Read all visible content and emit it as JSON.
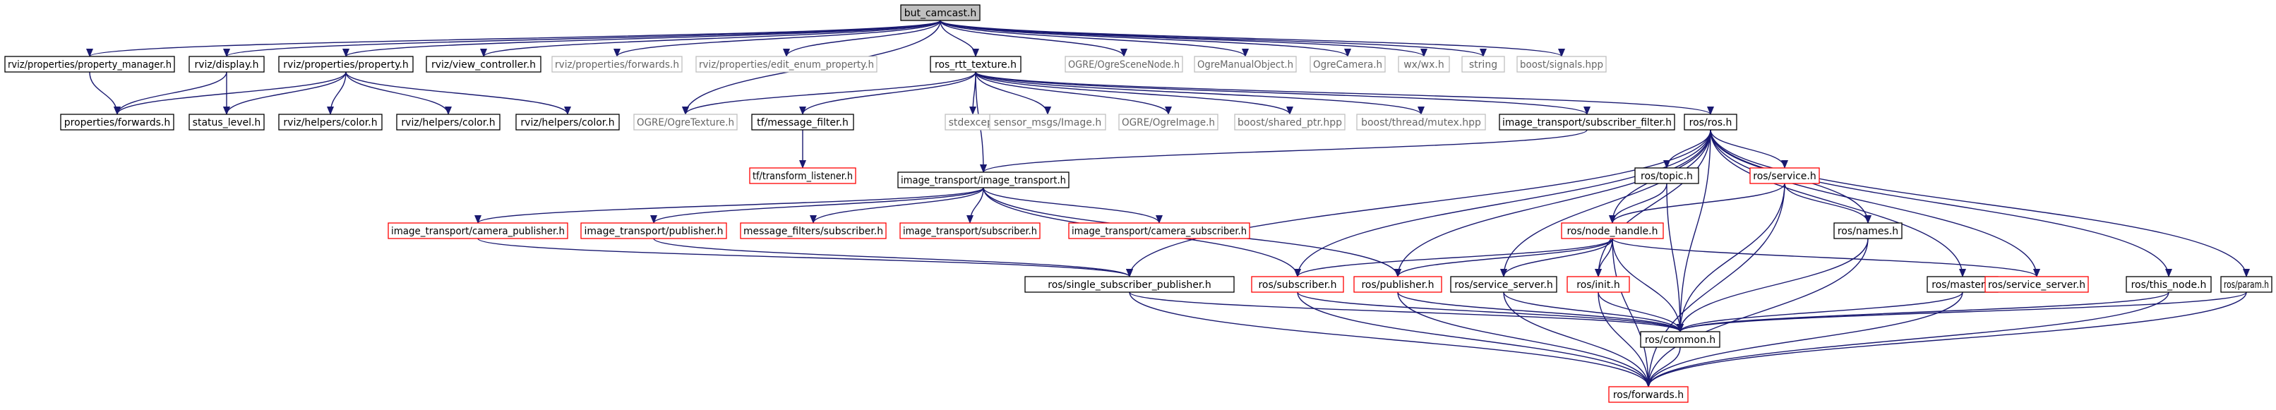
{
  "graph": {
    "root": "but_camcast.h",
    "colors": {
      "edge": "#191970",
      "text": "#000000",
      "text_muted": "#666666",
      "border_default": "#000000",
      "border_partial": "#ff0000",
      "border_external": "#bfbfbf",
      "root_fill": "#bfbfbf",
      "node_fill": "#ffffff"
    },
    "nodes": [
      {
        "id": "root",
        "label": "but_camcast.h",
        "style": "root"
      },
      {
        "id": "prop_mgr",
        "label": "rviz/properties/property_manager.h",
        "style": "default"
      },
      {
        "id": "display",
        "label": "rviz/display.h",
        "style": "default"
      },
      {
        "id": "property",
        "label": "rviz/properties/property.h",
        "style": "default"
      },
      {
        "id": "view_ctrl",
        "label": "rviz/view_controller.h",
        "style": "default"
      },
      {
        "id": "rviz_fwd",
        "label": "rviz/properties/forwards.h",
        "style": "external"
      },
      {
        "id": "edit_enum",
        "label": "rviz/properties/edit_enum_property.h",
        "style": "external"
      },
      {
        "id": "rtt",
        "label": "ros_rtt_texture.h",
        "style": "default"
      },
      {
        "id": "scenenode",
        "label": "OGRE/OgreSceneNode.h",
        "style": "external"
      },
      {
        "id": "manual",
        "label": "OgreManualObject.h",
        "style": "external"
      },
      {
        "id": "camera",
        "label": "OgreCamera.h",
        "style": "external"
      },
      {
        "id": "wx",
        "label": "wx/wx.h",
        "style": "external"
      },
      {
        "id": "string",
        "label": "string",
        "style": "external"
      },
      {
        "id": "signals",
        "label": "boost/signals.hpp",
        "style": "external"
      },
      {
        "id": "props_fwd",
        "label": "properties/forwards.h",
        "style": "default"
      },
      {
        "id": "status",
        "label": "status_level.h",
        "style": "default"
      },
      {
        "id": "color1",
        "label": "rviz/helpers/color.h",
        "style": "default"
      },
      {
        "id": "color2",
        "label": "rviz/helpers/color.h",
        "style": "default"
      },
      {
        "id": "color3",
        "label": "rviz/helpers/color.h",
        "style": "default"
      },
      {
        "id": "ogretex",
        "label": "OGRE/OgreTexture.h",
        "style": "external"
      },
      {
        "id": "msgfilter",
        "label": "tf/message_filter.h",
        "style": "default"
      },
      {
        "id": "stdexcept",
        "label": "stdexcept",
        "style": "external"
      },
      {
        "id": "sensor",
        "label": "sensor_msgs/Image.h",
        "style": "external"
      },
      {
        "id": "ogreimg",
        "label": "OGRE/OgreImage.h",
        "style": "external"
      },
      {
        "id": "sharedptr",
        "label": "boost/shared_ptr.hpp",
        "style": "external"
      },
      {
        "id": "mutex",
        "label": "boost/thread/mutex.hpp",
        "style": "external"
      },
      {
        "id": "subfilter",
        "label": "image_transport/subscriber_filter.h",
        "style": "default"
      },
      {
        "id": "ros",
        "label": "ros/ros.h",
        "style": "default"
      },
      {
        "id": "tflistener",
        "label": "tf/transform_listener.h",
        "style": "partial"
      },
      {
        "id": "it",
        "label": "image_transport/image_transport.h",
        "style": "default"
      },
      {
        "id": "topic",
        "label": "ros/topic.h",
        "style": "default"
      },
      {
        "id": "service",
        "label": "ros/service.h",
        "style": "partial"
      },
      {
        "id": "campub",
        "label": "image_transport/camera_publisher.h",
        "style": "partial"
      },
      {
        "id": "itpub",
        "label": "image_transport/publisher.h",
        "style": "partial"
      },
      {
        "id": "mfsub",
        "label": "message_filters/subscriber.h",
        "style": "partial"
      },
      {
        "id": "itsub",
        "label": "image_transport/subscriber.h",
        "style": "partial"
      },
      {
        "id": "camsub",
        "label": "image_transport/camera_subscriber.h",
        "style": "partial"
      },
      {
        "id": "nodehandle",
        "label": "ros/node_handle.h",
        "style": "partial"
      },
      {
        "id": "names",
        "label": "ros/names.h",
        "style": "default"
      },
      {
        "id": "ssp",
        "label": "ros/single_subscriber_publisher.h",
        "style": "default"
      },
      {
        "id": "rossub",
        "label": "ros/subscriber.h",
        "style": "partial"
      },
      {
        "id": "rospub",
        "label": "ros/publisher.h",
        "style": "partial"
      },
      {
        "id": "srvserver",
        "label": "ros/service_server.h",
        "style": "default"
      },
      {
        "id": "init",
        "label": "ros/init.h",
        "style": "partial"
      },
      {
        "id": "master",
        "label": "ros/master.h",
        "style": "default"
      },
      {
        "id": "srvserver2",
        "label": "ros/service_server.h",
        "style": "partial"
      },
      {
        "id": "thisnode",
        "label": "ros/this_node.h",
        "style": "default"
      },
      {
        "id": "param",
        "label": "ros/param.h",
        "style": "default"
      },
      {
        "id": "common",
        "label": "ros/common.h",
        "style": "default"
      },
      {
        "id": "forwards",
        "label": "ros/forwards.h",
        "style": "partial"
      }
    ],
    "edges": [
      [
        "root",
        "prop_mgr"
      ],
      [
        "root",
        "display"
      ],
      [
        "root",
        "property"
      ],
      [
        "root",
        "view_ctrl"
      ],
      [
        "root",
        "rviz_fwd"
      ],
      [
        "root",
        "edit_enum"
      ],
      [
        "root",
        "rtt"
      ],
      [
        "root",
        "scenenode"
      ],
      [
        "root",
        "manual"
      ],
      [
        "root",
        "camera"
      ],
      [
        "root",
        "wx"
      ],
      [
        "root",
        "string"
      ],
      [
        "root",
        "signals"
      ],
      [
        "root",
        "ogretex"
      ],
      [
        "prop_mgr",
        "props_fwd"
      ],
      [
        "display",
        "props_fwd"
      ],
      [
        "display",
        "status"
      ],
      [
        "property",
        "props_fwd"
      ],
      [
        "property",
        "status"
      ],
      [
        "property",
        "color1"
      ],
      [
        "property",
        "color2"
      ],
      [
        "property",
        "color3"
      ],
      [
        "rtt",
        "ogretex"
      ],
      [
        "rtt",
        "msgfilter"
      ],
      [
        "rtt",
        "stdexcept"
      ],
      [
        "rtt",
        "sensor"
      ],
      [
        "rtt",
        "ogreimg"
      ],
      [
        "rtt",
        "sharedptr"
      ],
      [
        "rtt",
        "mutex"
      ],
      [
        "rtt",
        "subfilter"
      ],
      [
        "rtt",
        "ros"
      ],
      [
        "rtt",
        "it"
      ],
      [
        "msgfilter",
        "tflistener"
      ],
      [
        "subfilter",
        "it"
      ],
      [
        "it",
        "campub"
      ],
      [
        "it",
        "itpub"
      ],
      [
        "it",
        "mfsub"
      ],
      [
        "it",
        "itsub"
      ],
      [
        "it",
        "camsub"
      ],
      [
        "it",
        "rossub"
      ],
      [
        "it",
        "rospub"
      ],
      [
        "campub",
        "ssp"
      ],
      [
        "itpub",
        "ssp"
      ],
      [
        "ros",
        "topic"
      ],
      [
        "ros",
        "service"
      ],
      [
        "ros",
        "nodehandle"
      ],
      [
        "ros",
        "names"
      ],
      [
        "ros",
        "ssp"
      ],
      [
        "ros",
        "rossub"
      ],
      [
        "ros",
        "rospub"
      ],
      [
        "ros",
        "srvserver"
      ],
      [
        "ros",
        "init"
      ],
      [
        "ros",
        "master"
      ],
      [
        "ros",
        "srvserver2"
      ],
      [
        "ros",
        "thisnode"
      ],
      [
        "ros",
        "param"
      ],
      [
        "ros",
        "common"
      ],
      [
        "topic",
        "nodehandle"
      ],
      [
        "topic",
        "common"
      ],
      [
        "service",
        "nodehandle"
      ],
      [
        "service",
        "names"
      ],
      [
        "service",
        "common"
      ],
      [
        "service",
        "forwards"
      ],
      [
        "nodehandle",
        "rossub"
      ],
      [
        "nodehandle",
        "rospub"
      ],
      [
        "nodehandle",
        "srvserver"
      ],
      [
        "nodehandle",
        "init"
      ],
      [
        "nodehandle",
        "srvserver2"
      ],
      [
        "nodehandle",
        "common"
      ],
      [
        "nodehandle",
        "forwards"
      ],
      [
        "names",
        "common"
      ],
      [
        "names",
        "forwards"
      ],
      [
        "ssp",
        "common"
      ],
      [
        "ssp",
        "forwards"
      ],
      [
        "rossub",
        "common"
      ],
      [
        "rossub",
        "forwards"
      ],
      [
        "rospub",
        "common"
      ],
      [
        "rospub",
        "forwards"
      ],
      [
        "srvserver",
        "common"
      ],
      [
        "srvserver",
        "forwards"
      ],
      [
        "init",
        "common"
      ],
      [
        "init",
        "forwards"
      ],
      [
        "master",
        "common"
      ],
      [
        "master",
        "forwards"
      ],
      [
        "thisnode",
        "common"
      ],
      [
        "thisnode",
        "forwards"
      ],
      [
        "param",
        "common"
      ],
      [
        "param",
        "forwards"
      ],
      [
        "common",
        "forwards"
      ]
    ]
  }
}
